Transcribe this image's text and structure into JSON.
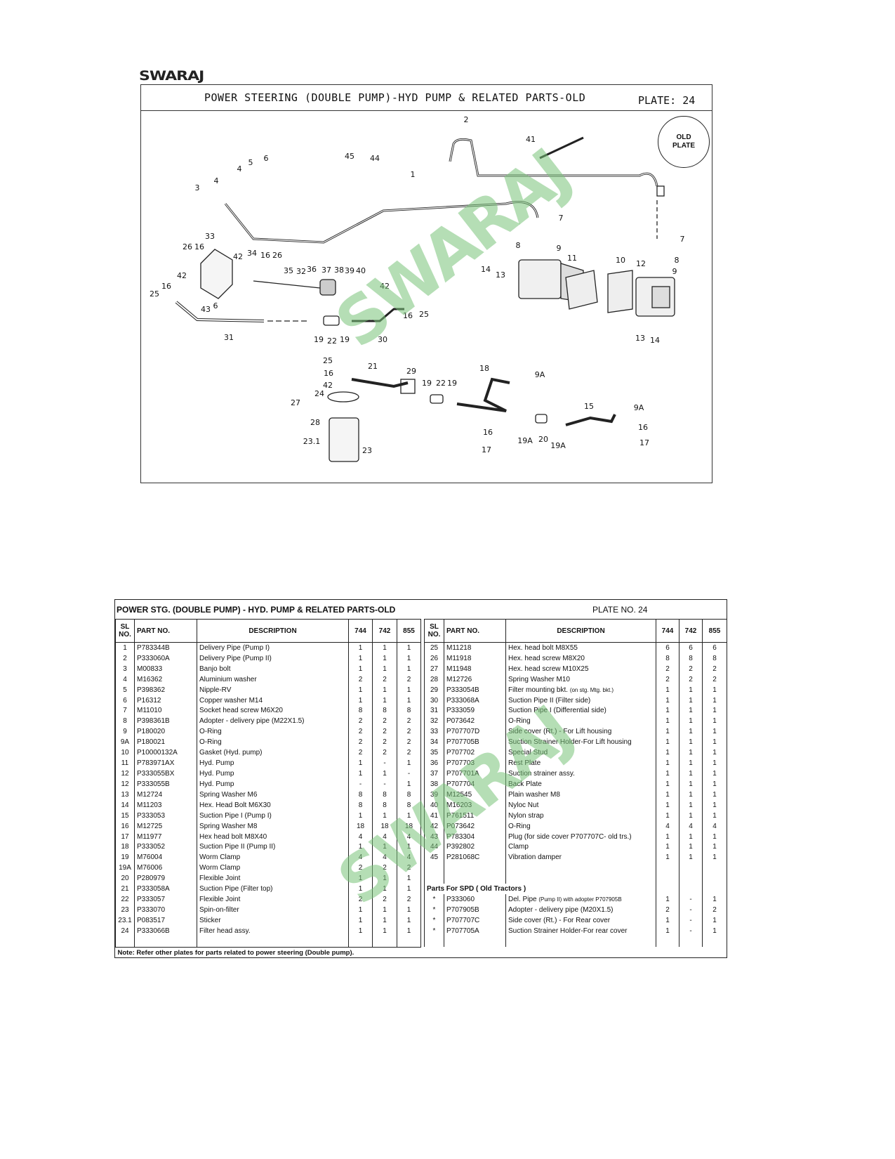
{
  "logo": "SWARAJ",
  "plate": {
    "title": "POWER STEERING (DOUBLE PUMP)-HYD PUMP & RELATED PARTS-OLD",
    "plate_label": "PLATE: 24",
    "badge_line1": "OLD",
    "badge_line2": "PLATE",
    "callouts": [
      "2",
      "41",
      "45",
      "44",
      "1",
      "5",
      "6",
      "4",
      "4",
      "3",
      "33",
      "26",
      "16",
      "34",
      "42",
      "16",
      "26",
      "35",
      "32",
      "36",
      "37",
      "38",
      "39",
      "40",
      "42",
      "16",
      "25",
      "43",
      "6",
      "42",
      "16",
      "25",
      "31",
      "19",
      "22",
      "19",
      "30",
      "7",
      "8",
      "9",
      "11",
      "14",
      "13",
      "10",
      "12",
      "7",
      "8",
      "9",
      "13",
      "14",
      "25",
      "16",
      "21",
      "42",
      "24",
      "29",
      "19",
      "22",
      "19",
      "18",
      "9A",
      "27",
      "28",
      "15",
      "9A",
      "16",
      "19A",
      "20",
      "19A",
      "16",
      "23.1",
      "23",
      "17",
      "17"
    ]
  },
  "table": {
    "title": "POWER STG. (DOUBLE PUMP) - HYD. PUMP & RELATED PARTS-OLD",
    "plate_no": "PLATE NO. 24",
    "headers": {
      "sl1": "SL",
      "sl2": "NO.",
      "part": "PART NO.",
      "desc": "DESCRIPTION",
      "m1": "744",
      "m2": "742",
      "m3": "855"
    },
    "left_rows": [
      [
        "1",
        "P783344B",
        "Delivery Pipe (Pump I)",
        "",
        "1",
        "1",
        "1"
      ],
      [
        "2",
        "P333060A",
        "Delivery Pipe (Pump II)",
        "",
        "1",
        "1",
        "1"
      ],
      [
        "3",
        "M00833",
        "Banjo bolt",
        "",
        "1",
        "1",
        "1"
      ],
      [
        "4",
        "M16362",
        "Aluminium washer",
        "",
        "2",
        "2",
        "2"
      ],
      [
        "5",
        "P398362",
        "Nipple-RV",
        "",
        "1",
        "1",
        "1"
      ],
      [
        "6",
        "P16312",
        "Copper washer M14",
        "",
        "1",
        "1",
        "1"
      ],
      [
        "7",
        "M11010",
        "Socket head screw M6X20",
        "",
        "8",
        "8",
        "8"
      ],
      [
        "8",
        "P398361B",
        "Adopter - delivery pipe (M22X1.5)",
        "",
        "2",
        "2",
        "2"
      ],
      [
        "9",
        "P180020",
        "O-Ring",
        "",
        "2",
        "2",
        "2"
      ],
      [
        "9A",
        "P180021",
        "O-Ring",
        "",
        "2",
        "2",
        "2"
      ],
      [
        "10",
        "P10000132A",
        "Gasket (Hyd. pump)",
        "",
        "2",
        "2",
        "2"
      ],
      [
        "11",
        "P783971AX",
        "Hyd. Pump",
        "",
        "1",
        "-",
        "1"
      ],
      [
        "12",
        "P333055BX",
        "Hyd. Pump",
        "",
        "1",
        "1",
        "-"
      ],
      [
        "12",
        "P333055B",
        "Hyd. Pump",
        "",
        "-",
        "-",
        "1"
      ],
      [
        "13",
        "M12724",
        "Spring Washer M6",
        "",
        "8",
        "8",
        "8"
      ],
      [
        "14",
        "M11203",
        "Hex. Head Bolt M6X30",
        "",
        "8",
        "8",
        "8"
      ],
      [
        "15",
        "P333053",
        "Suction Pipe I (Pump I)",
        "",
        "1",
        "1",
        "1"
      ],
      [
        "16",
        "M12725",
        "Spring Washer M8",
        "",
        "18",
        "18",
        "18"
      ],
      [
        "17",
        "M11977",
        "Hex head bolt M8X40",
        "",
        "4",
        "4",
        "4"
      ],
      [
        "18",
        "P333052",
        "Suction Pipe II (Pump II)",
        "",
        "1",
        "1",
        "1"
      ],
      [
        "19",
        "M76004",
        "Worm Clamp",
        "",
        "4",
        "4",
        "4"
      ],
      [
        "19A",
        "M76006",
        "Worm Clamp",
        "",
        "2",
        "2",
        "2"
      ],
      [
        "20",
        "P280979",
        "Flexible Joint",
        "",
        "1",
        "1",
        "1"
      ],
      [
        "21",
        "P333058A",
        "Suction Pipe (Filter top)",
        "",
        "1",
        "1",
        "1"
      ],
      [
        "22",
        "P333057",
        "Flexible Joint",
        "",
        "2",
        "2",
        "2"
      ],
      [
        "23",
        "P333070",
        "Spin-on-filter",
        "",
        "1",
        "1",
        "1"
      ],
      [
        "23.1",
        "P083517",
        "Sticker",
        "",
        "1",
        "1",
        "1"
      ],
      [
        "24",
        "P333066B",
        "Filter head assy.",
        "",
        "1",
        "1",
        "1"
      ]
    ],
    "right_rows": [
      [
        "25",
        "M11218",
        "Hex. head bolt M8X55",
        "",
        "6",
        "6",
        "6"
      ],
      [
        "26",
        "M11918",
        "Hex. head screw M8X20",
        "",
        "8",
        "8",
        "8"
      ],
      [
        "27",
        "M11948",
        "Hex. head screw M10X25",
        "",
        "2",
        "2",
        "2"
      ],
      [
        "28",
        "M12726",
        "Spring Washer M10",
        "",
        "2",
        "2",
        "2"
      ],
      [
        "29",
        "P333054B",
        "Filter mounting bkt. ",
        "(on stg. Mtg. bkt.)",
        "1",
        "1",
        "1"
      ],
      [
        "30",
        "P333068A",
        "Suction Pipe II (Filter side)",
        "",
        "1",
        "1",
        "1"
      ],
      [
        "31",
        "P333059",
        "Suction Pipe I (Differential side)",
        "",
        "1",
        "1",
        "1"
      ],
      [
        "32",
        "P073642",
        "O-Ring",
        "",
        "1",
        "1",
        "1"
      ],
      [
        "33",
        "P707707D",
        "Side cover (Rt.) - For Lift housing",
        "",
        "1",
        "1",
        "1"
      ],
      [
        "34",
        "P707705B",
        "Suction Strainer Holder-For Lift housing",
        "",
        "1",
        "1",
        "1"
      ],
      [
        "35",
        "P707702",
        "Special Stud",
        "",
        "1",
        "1",
        "1"
      ],
      [
        "36",
        "P707703",
        "Rest Plate",
        "",
        "1",
        "1",
        "1"
      ],
      [
        "37",
        "P707701A",
        "Suction strainer assy.",
        "",
        "1",
        "1",
        "1"
      ],
      [
        "38",
        "P707704",
        "Back Plate",
        "",
        "1",
        "1",
        "1"
      ],
      [
        "39",
        "M12545",
        "Plain washer M8",
        "",
        "1",
        "1",
        "1"
      ],
      [
        "40",
        "M16203",
        "Nyloc Nut",
        "",
        "1",
        "1",
        "1"
      ],
      [
        "41",
        "P761511",
        "Nylon strap",
        "",
        "1",
        "1",
        "1"
      ],
      [
        "42",
        "P073642",
        "O-Ring",
        "",
        "4",
        "4",
        "4"
      ],
      [
        "43",
        "P783304",
        "Plug (for side cover P707707C- old trs.)",
        "",
        "1",
        "1",
        "1"
      ],
      [
        "44",
        "P392802",
        "Clamp",
        "",
        "1",
        "1",
        "1"
      ],
      [
        "45",
        "P281068C",
        "Vibration damper",
        "",
        "1",
        "1",
        "1"
      ]
    ],
    "spd_heading": "Parts For SPD ( Old Tractors )",
    "spd_rows": [
      [
        "*",
        "P333060",
        "Del. Pipe ",
        "(Pump II) with adopter P707905B",
        "1",
        "-",
        "1"
      ],
      [
        "*",
        "P707905B",
        "Adopter - delivery pipe (M20X1.5)",
        "",
        "2",
        "-",
        "2"
      ],
      [
        "*",
        "P707707C",
        "Side cover (Rt.) - For Rear cover",
        "",
        "1",
        "-",
        "1"
      ],
      [
        "*",
        "P707705A",
        "Suction Strainer Holder-For rear cover",
        "",
        "1",
        "-",
        "1"
      ]
    ],
    "note": "Note: Refer other plates for parts related to power steering (Double pump)."
  }
}
